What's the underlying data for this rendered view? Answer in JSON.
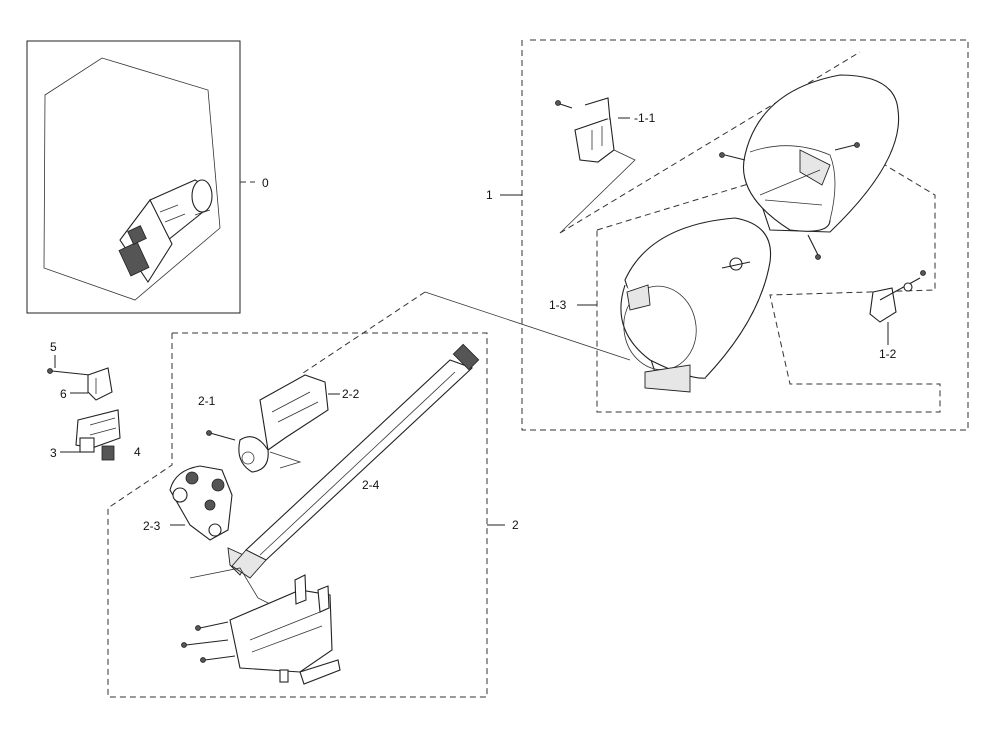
{
  "callouts": {
    "c0": "0",
    "c1": "1",
    "c1_1": "-1-1",
    "c1_2": "1-2",
    "c1_3": "1-3",
    "c2": "2",
    "c2_1": "2-1",
    "c2_2": "2-2",
    "c2_3": "2-3",
    "c2_4": "2-4",
    "c3": "3",
    "c4": "4",
    "c5": "5",
    "c6": "6"
  }
}
